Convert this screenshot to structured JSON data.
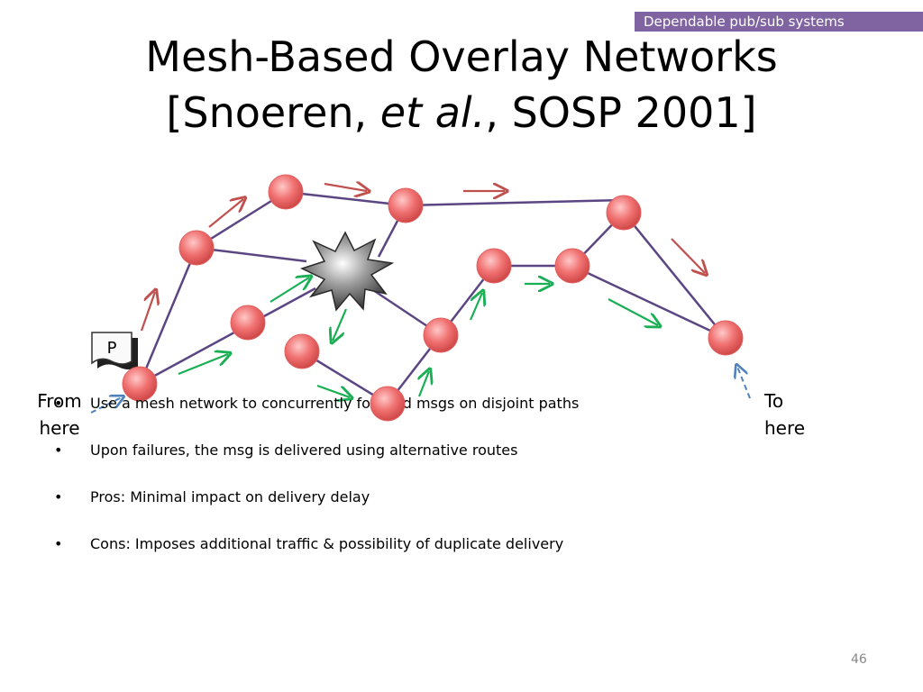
{
  "header": {
    "tag": "Dependable pub/sub systems"
  },
  "title": {
    "line1": "Mesh-Based Overlay Networks",
    "line2_pre": "[Snoeren, ",
    "line2_em": "et al.",
    "line2_post": ", SOSP 2001]"
  },
  "diagram": {
    "packet_label": "P",
    "from_line1": "From",
    "from_line2": "here",
    "to_line1": "To",
    "to_line2": "here",
    "colors": {
      "node": "#f07070",
      "edge": "#5b4683",
      "red_arrow": "#c0504d",
      "green_arrow": "#1aaf54",
      "blue_arrow": "#4f81bd",
      "failure": "#5a5a5a"
    }
  },
  "bullets": [
    "Use a mesh network to concurrently forward msgs on disjoint paths",
    "Upon failures, the msg is delivered using alternative routes",
    "Pros: Minimal impact on delivery delay",
    "Cons: Imposes additional traffic & possibility of duplicate delivery"
  ],
  "page_number": "46"
}
